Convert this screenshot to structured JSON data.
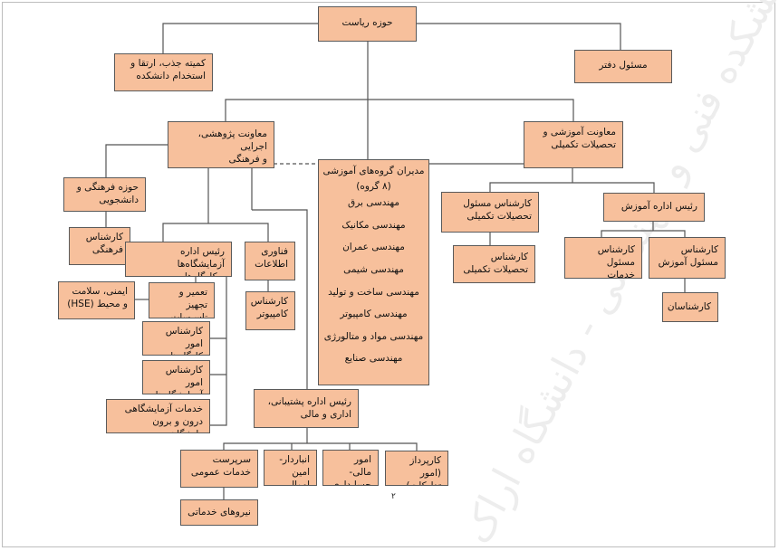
{
  "boxes": {
    "presidency": "حوزه ریاست",
    "recruitment_committee": "کمیته جذب، ارتقا و\nاستخدام دانشکده",
    "office_manager": "مسئول دفتر",
    "research_deputy": "معاونت پژوهشی، اجرایی\nو فرهنگی",
    "education_deputy": "معاونت آموزشی و\nتحصیلات تکمیلی",
    "cultural_office": "حوزه فرهنگی و\nدانشجویی",
    "cultural_expert": "کارشناس\nفرهنگی",
    "labs_head": "رئیس اداره آزمایشگاه‌ها\nو کارگاه‌ها",
    "it": "فناوری\nاطلاعات",
    "computer_expert": "کارشناس\nکامپیوتر",
    "hse": "ایمنی، سلامت\nو محیط (HSE)",
    "maintenance": "تعمیر و تجهیز\nتاسیسات",
    "workshops_expert": "کارشناس امور\nکارگاه‌ها",
    "labs_expert": "کارشناس امور\nآزمایشگاه‌ها",
    "lab_services": "خدمات آزمایشگاهی\nدرون و برون دانشگاهی",
    "support_head": "رئیس اداره پشتیبانی،\nاداری و  مالی",
    "general_services": "سرپرست\nخدمات عمومی",
    "service_staff": "نیروهای خدماتی",
    "warehouse": "انباردار-\nامین اموال",
    "finance": "امور مالی-\nحسابداری",
    "procurement": "کارپرداز (امور\nتدارکات)",
    "grad_expert_head": "کارشناس مسئول\nتحصیلات تکمیلی",
    "grad_expert": "کارشناس\nتحصیلات تکمیلی",
    "education_head": "رئیس اداره آموزش",
    "edu_services_expert": "کارشناس مسئول\nخدمات آموزشی",
    "education_expert_head": "کارشناس\nمسئول آموزش",
    "experts": "کارشناسان"
  },
  "groups": {
    "title": "مدیران گروه‌های آموزشی",
    "count": "(۸ گروه)",
    "items": [
      "مهندسی برق",
      "مهندسی مکانیک",
      "مهندسی عمران",
      "مهندسی شیمی",
      "مهندسی ساخت و تولید",
      "مهندسی کامپیوتر",
      "مهندسی مواد و متالورژی",
      "مهندسی صنایع"
    ]
  },
  "page_number": "۲",
  "watermark": "دانشکده فنی و مهندسی - دانشگاه اراک",
  "colors": {
    "box_fill": "#f7c09c",
    "box_border": "#5a5a5a",
    "line": "#555555"
  }
}
